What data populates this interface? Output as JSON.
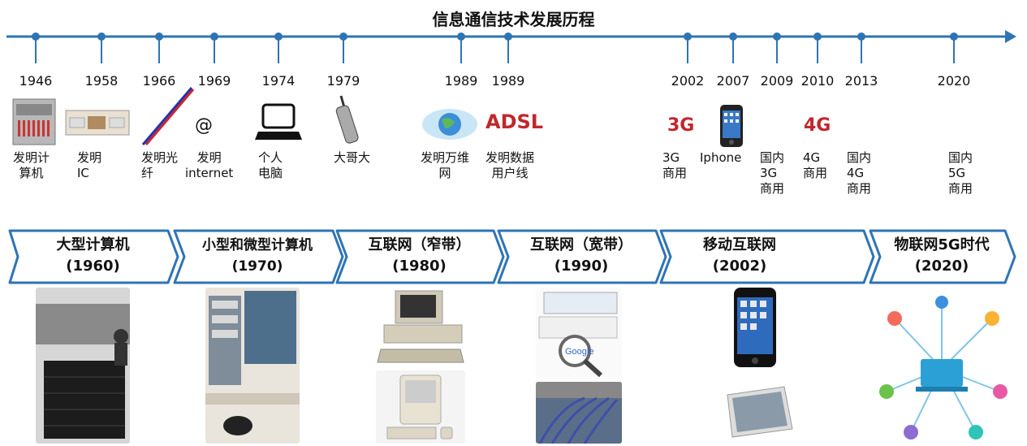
{
  "title": "信息通信技术发展历程",
  "years": [
    "1946",
    "1958",
    "1966",
    "1969",
    "1974",
    "1979",
    "1989",
    "1989",
    "2002",
    "2007",
    "2009",
    "2010",
    "2013",
    "2020"
  ],
  "milestones": [
    {
      "label": "发明计\n算机",
      "icon": "mainframe-computer-icon"
    },
    {
      "label": "发明\nIC",
      "icon": "ic-chip-icon"
    },
    {
      "label": "发明光\n纤",
      "icon": "optical-fiber-icon"
    },
    {
      "label": "发明\ninternet",
      "icon": "at-sign-icon"
    },
    {
      "label": "个人\n电脑",
      "icon": "laptop-icon"
    },
    {
      "label": "大哥大",
      "icon": "brick-phone-icon"
    },
    {
      "label": "发明万维\n网",
      "icon": "globe-icon"
    },
    {
      "label": "发明数据\n用户线",
      "icon": "adsl-logo"
    },
    {
      "label": "3G\n商用",
      "icon": "3g-logo"
    },
    {
      "label": "Iphone",
      "icon": "iphone-icon"
    },
    {
      "label": "国内\n3G\n商用",
      "icon": ""
    },
    {
      "label": "4G\n商用",
      "icon": "4g-logo"
    },
    {
      "label": "国内\n4G\n商用",
      "icon": ""
    },
    {
      "label": "国内\n5G\n商用",
      "icon": ""
    }
  ],
  "logos": {
    "adsl": "ADSL",
    "g3": "3G",
    "g4": "4G",
    "at": "@"
  },
  "eras": [
    {
      "label": "大型计算机\n(1960)"
    },
    {
      "label": "小型和微型计算机\n(1970)"
    },
    {
      "label": "互联网（窄带）\n(1980)"
    },
    {
      "label": "互联网（宽带）\n(1990)"
    },
    {
      "label": "移动互联网\n(2002)"
    },
    {
      "label": "物联网5G时代\n(2020)"
    }
  ],
  "photos": [
    {
      "name": "mainframe-room-photo"
    },
    {
      "name": "minicomputer-photo"
    },
    {
      "name": "ibm-pc-photo"
    },
    {
      "name": "macintosh-photo"
    },
    {
      "name": "web-browser-photo",
      "text": "Google"
    },
    {
      "name": "network-cables-photo"
    },
    {
      "name": "smartphone-photo"
    },
    {
      "name": "tablet-photo"
    },
    {
      "name": "iot-network-illustration"
    }
  ],
  "colors": {
    "timeline": "#2e74b5",
    "chevron_border": "#2e74b5",
    "logo_red": "#c0272d"
  }
}
